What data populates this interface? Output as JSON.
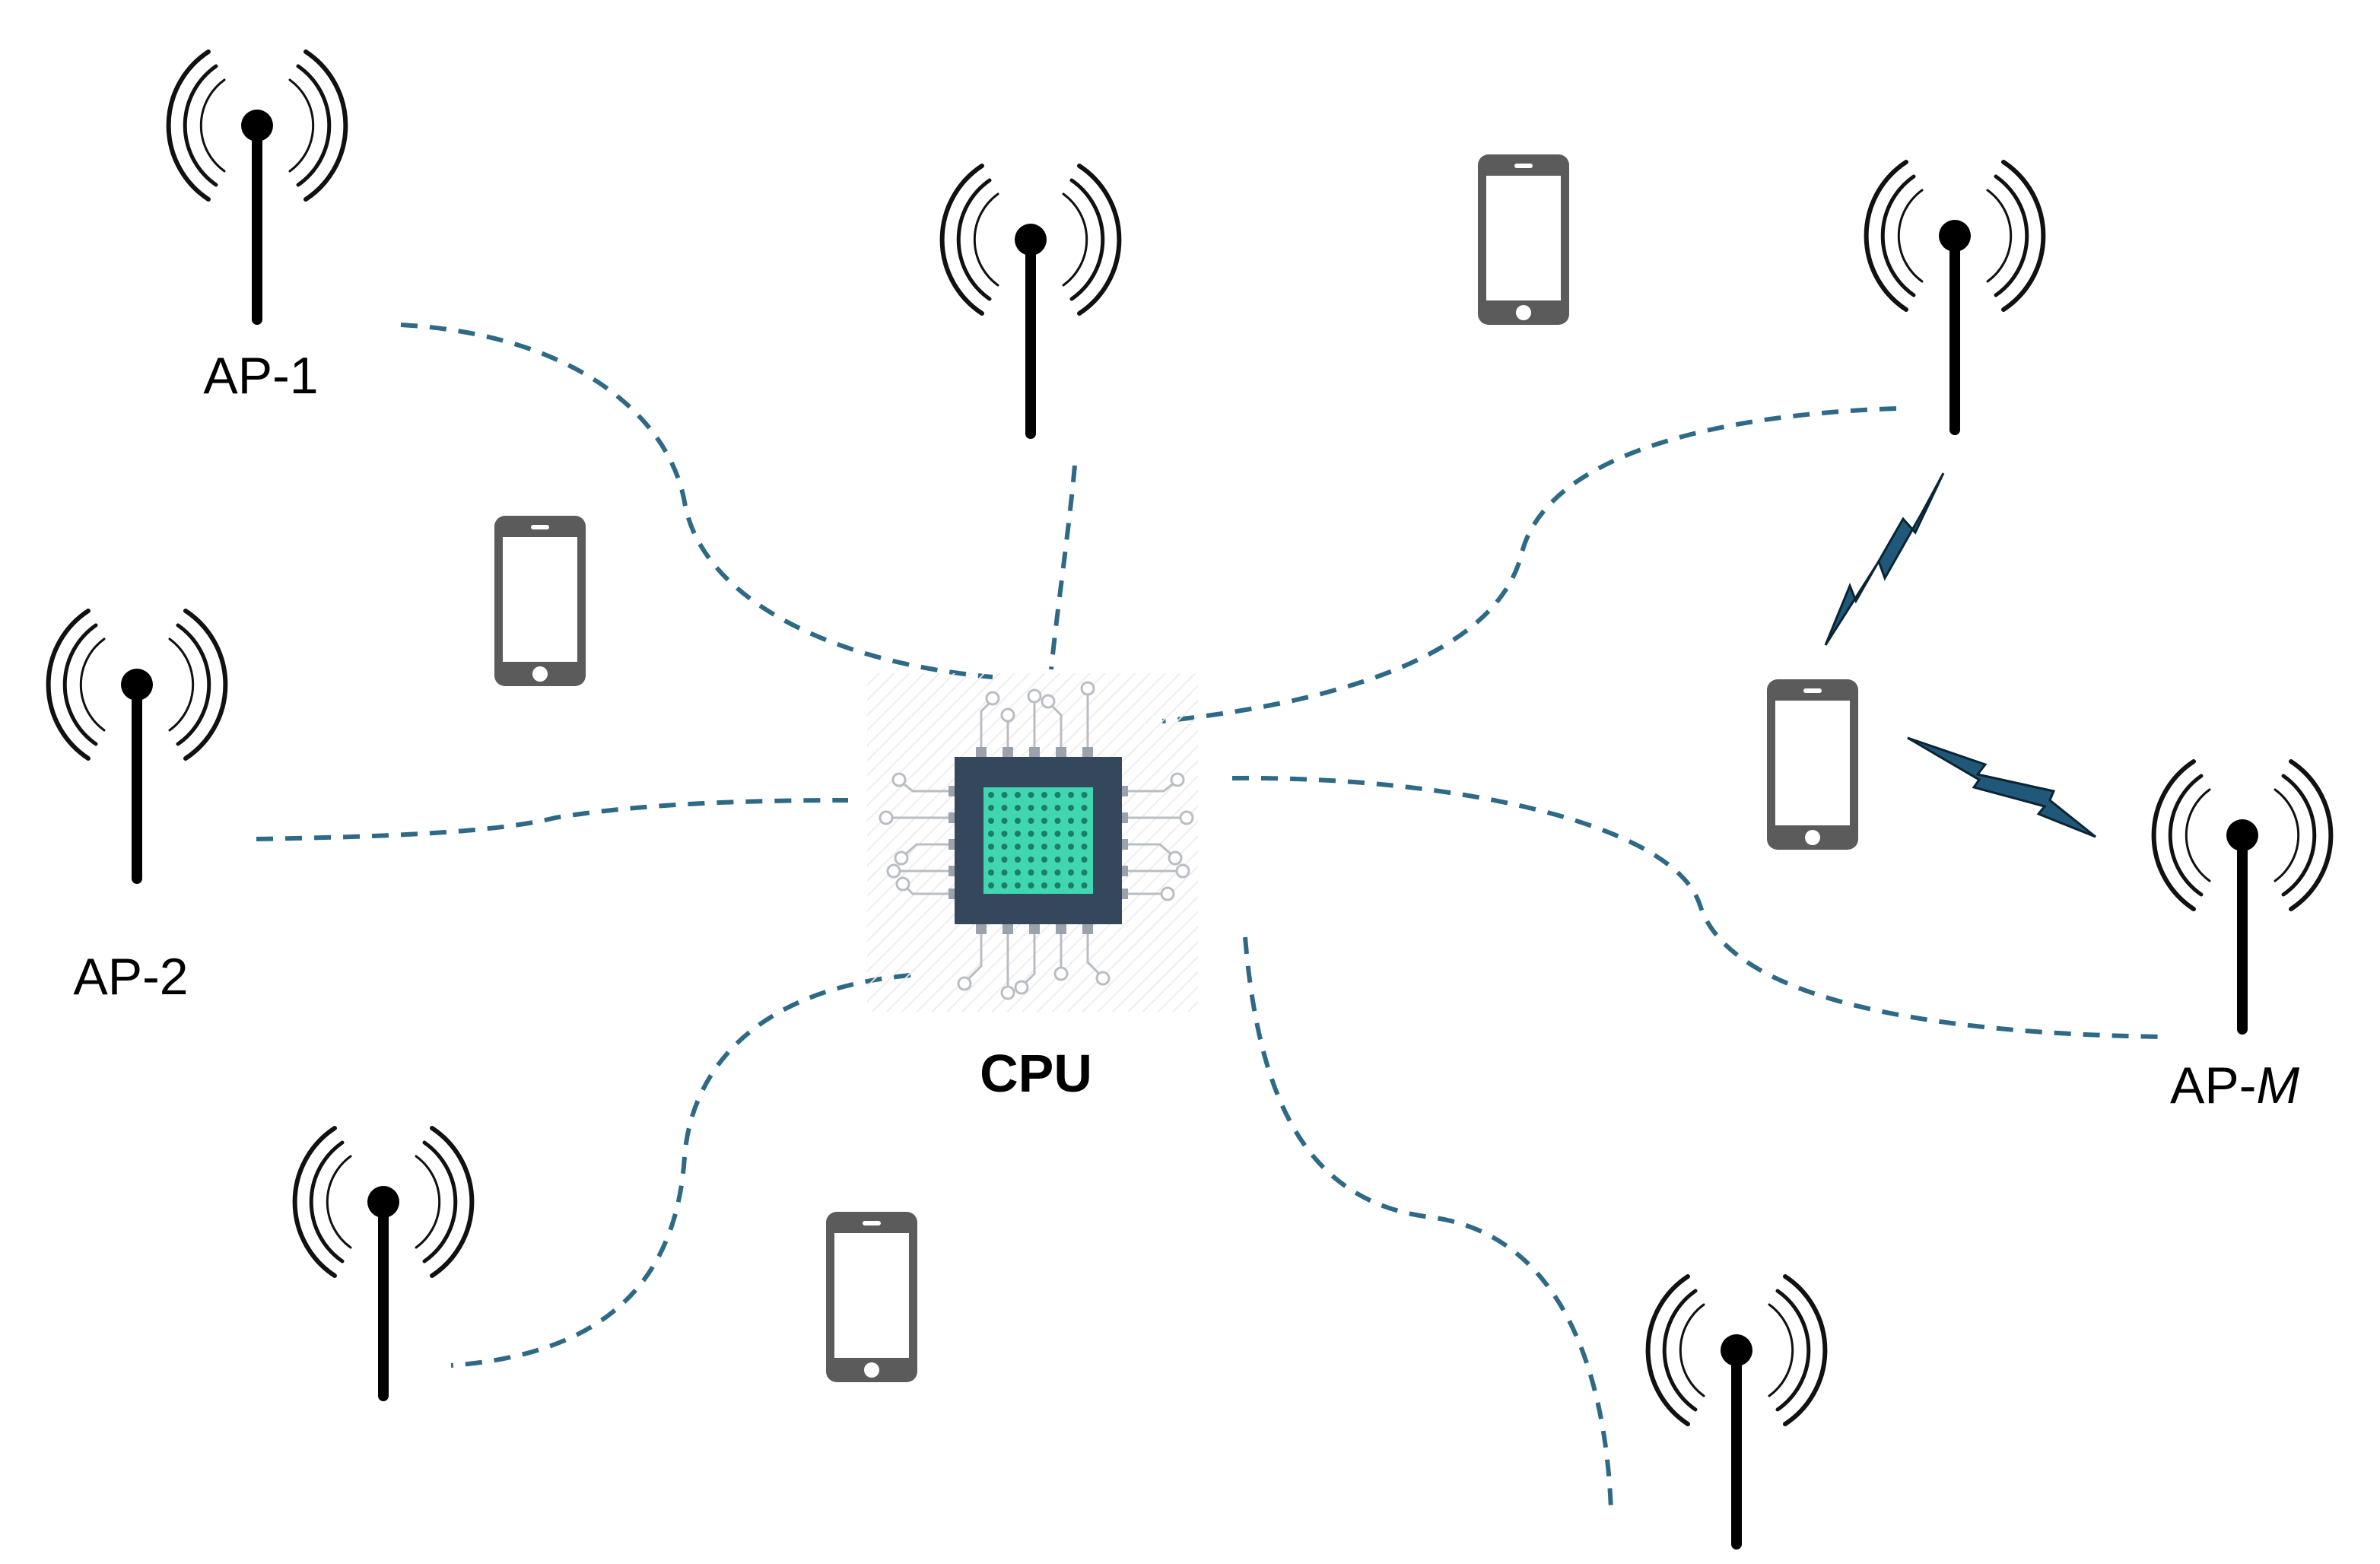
{
  "access_points": [
    {
      "id": "ap1",
      "label": "AP-1",
      "label_prefix": "AP-",
      "label_suffix": "1",
      "suffix_italic": false
    },
    {
      "id": "ap2",
      "label": "AP-2",
      "label_prefix": "AP-",
      "label_suffix": "2",
      "suffix_italic": false
    },
    {
      "id": "apm",
      "label": "AP-M",
      "label_prefix": "AP-",
      "label_suffix": "M",
      "suffix_italic": true
    },
    {
      "id": "ap-top-center",
      "label": ""
    },
    {
      "id": "ap-top-right",
      "label": ""
    },
    {
      "id": "ap-bottom-left",
      "label": ""
    },
    {
      "id": "ap-bottom-right",
      "label": ""
    }
  ],
  "cpu": {
    "label": "CPU"
  },
  "user_devices": [
    "phone-1",
    "phone-2",
    "phone-3",
    "phone-4"
  ],
  "links": [
    {
      "from": "ap1",
      "to": "cpu",
      "style": "dashed"
    },
    {
      "from": "ap-top-center",
      "to": "cpu",
      "style": "dashed"
    },
    {
      "from": "ap-top-right",
      "to": "cpu",
      "style": "dashed"
    },
    {
      "from": "ap2",
      "to": "cpu",
      "style": "dashed"
    },
    {
      "from": "apm",
      "to": "cpu",
      "style": "dashed"
    },
    {
      "from": "ap-bottom-left",
      "to": "cpu",
      "style": "dashed"
    },
    {
      "from": "ap-bottom-right",
      "to": "cpu",
      "style": "dashed"
    }
  ],
  "wireless_links": [
    {
      "from": "phone-3",
      "to": "ap-top-right"
    },
    {
      "from": "phone-3",
      "to": "apm"
    }
  ],
  "colors": {
    "link": "#2e6a86",
    "bolt": "#1f5878",
    "chip_body": "#34475c",
    "chip_core": "#3fd6b0",
    "phone": "#5b5b5b"
  }
}
